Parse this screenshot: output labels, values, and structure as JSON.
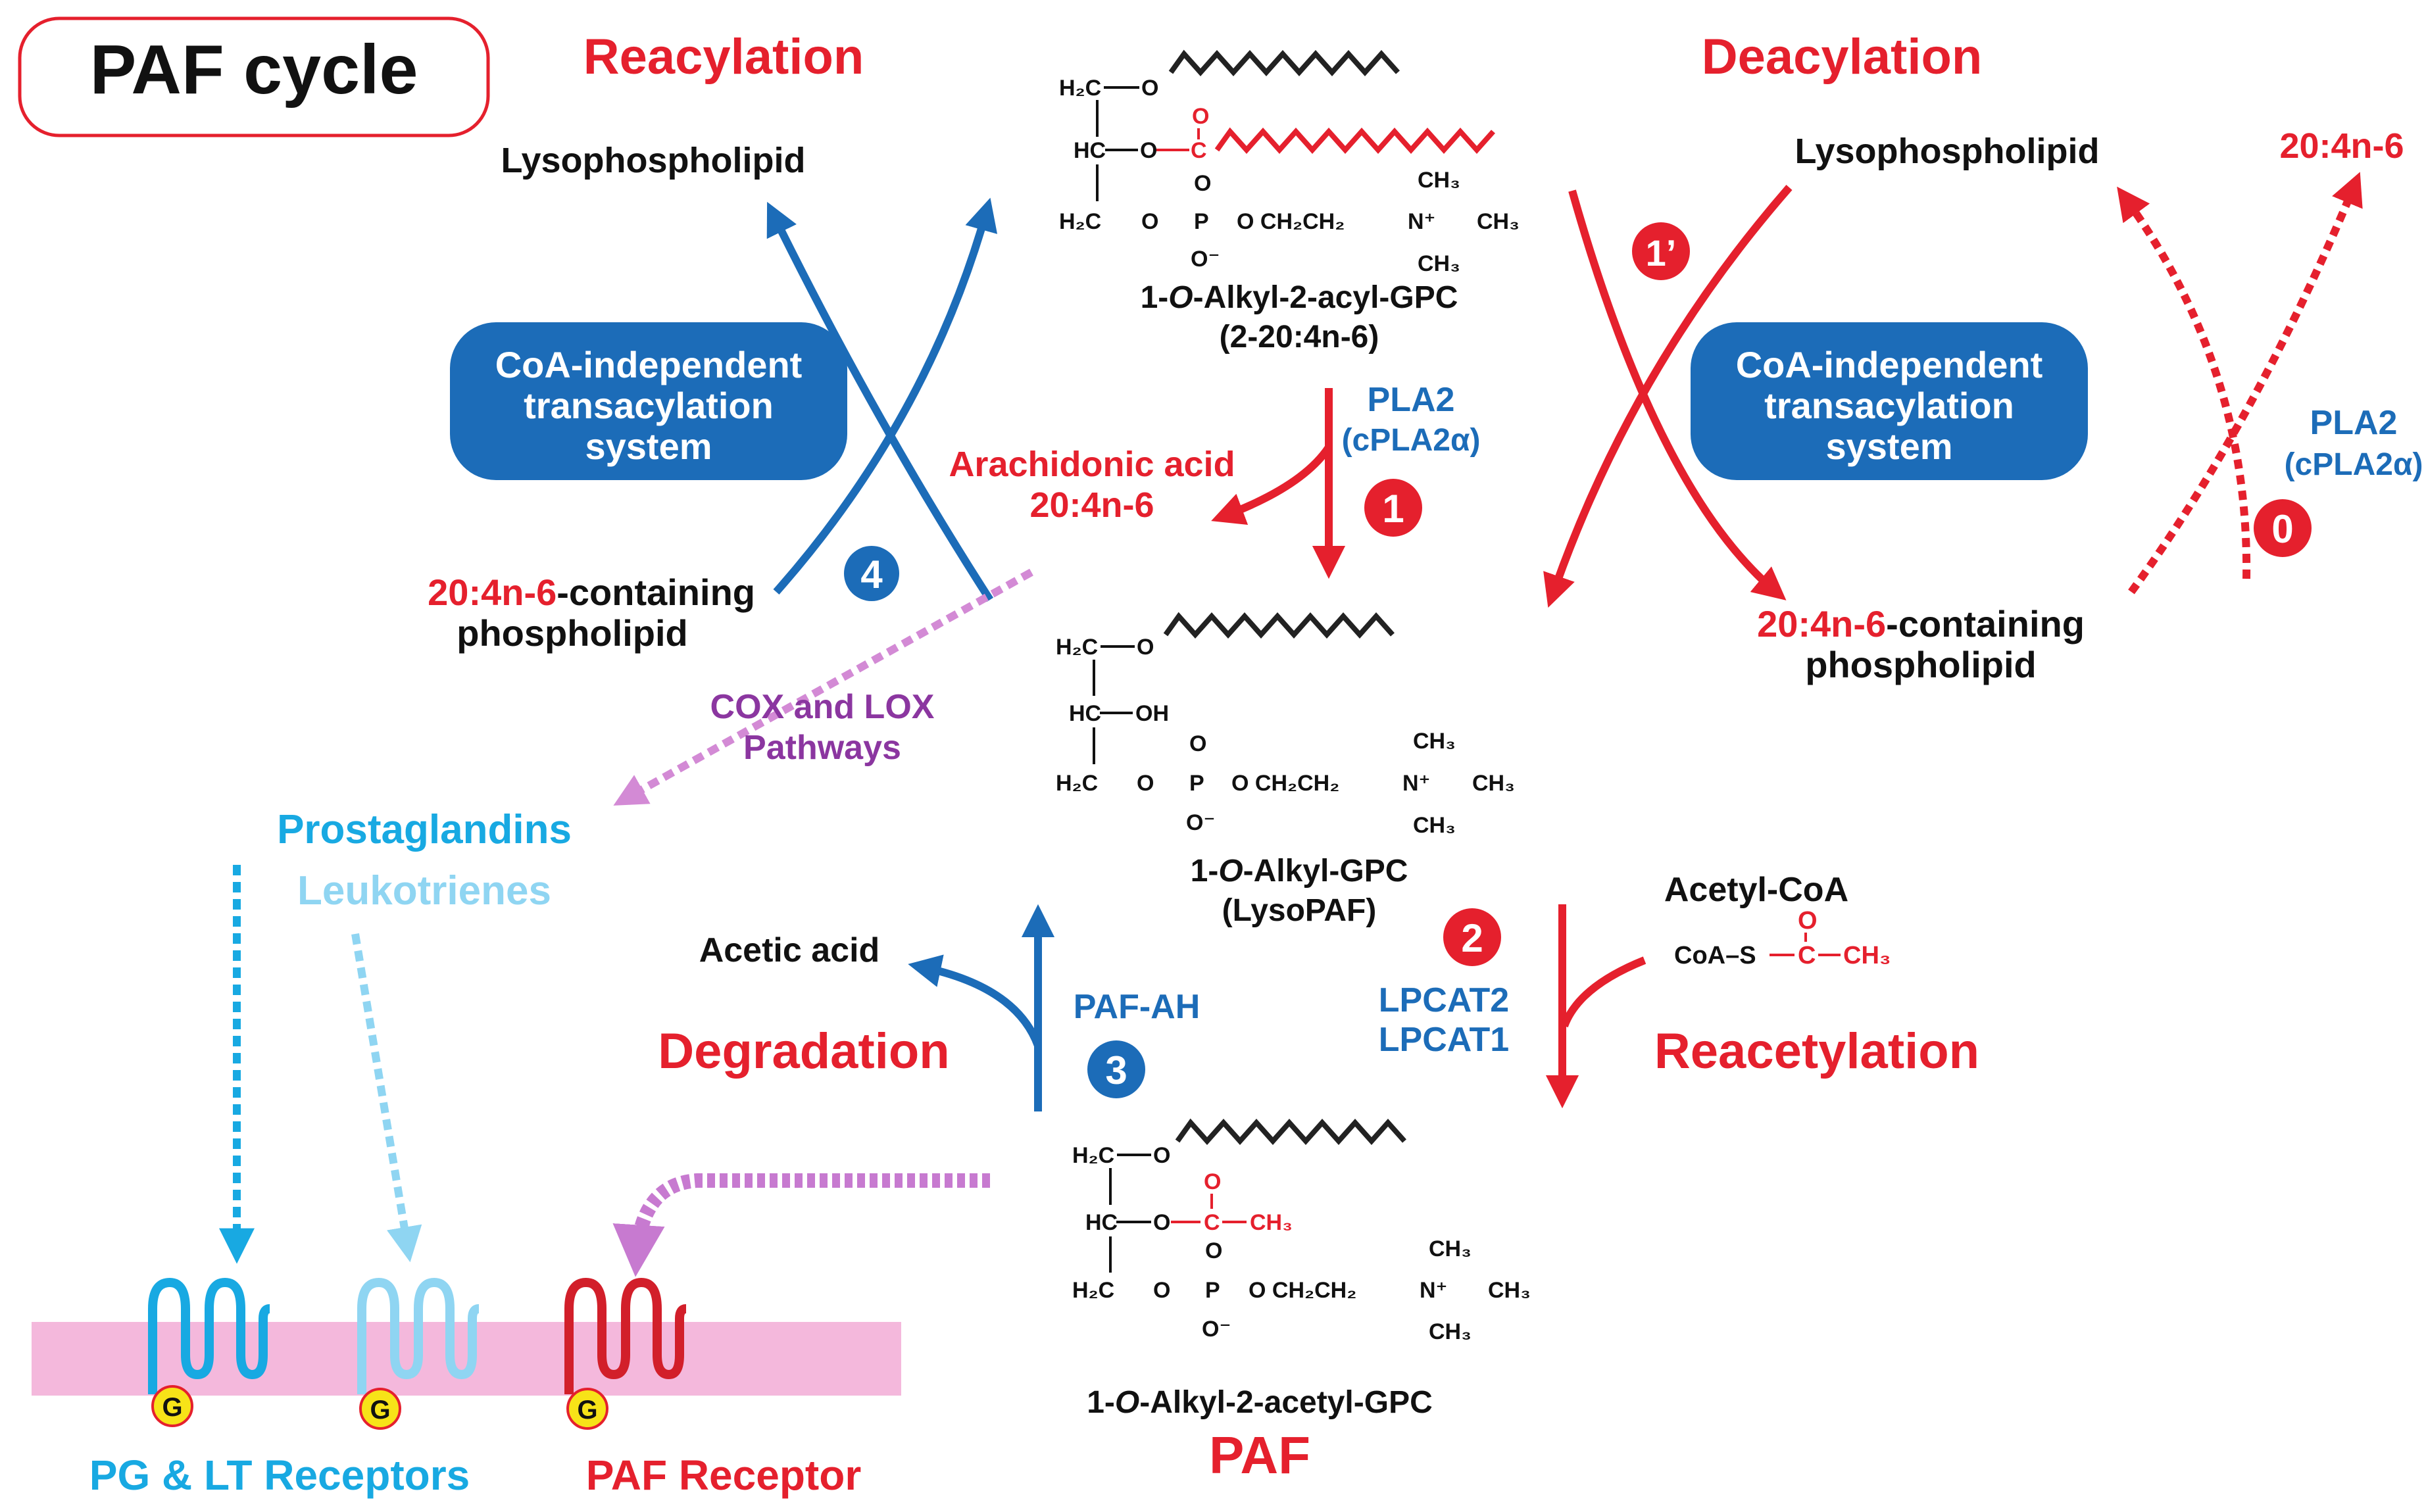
{
  "title": "PAF cycle",
  "sections": {
    "reacylation": "Reacylation",
    "deacylation": "Deacylation",
    "degradation": "Degradation",
    "reacetylation": "Reacetylation"
  },
  "left_top": {
    "lysophospholipid": "Lysophospholipid",
    "coa_box": [
      "CoA-independent",
      "transacylation",
      "system"
    ],
    "aa_prefix": "20:4n-6",
    "aa_suffix": "-containing",
    "phospholipid": "phospholipid",
    "step_num": "4"
  },
  "right_top": {
    "lysophospholipid": "Lysophospholipid",
    "fa": "20:4n-6",
    "coa_box": [
      "CoA-independent",
      "transacylation",
      "system"
    ],
    "aa_prefix": "20:4n-6",
    "aa_suffix": "-containing",
    "phospholipid": "phospholipid",
    "step_num": "1’",
    "pla2": "PLA2",
    "cpla2": "(cPLA2α)",
    "step0": "0"
  },
  "center": {
    "mol1_name_pre": "1-",
    "mol1_name_o": "O",
    "mol1_name_post": "-Alkyl-2-acyl-GPC",
    "mol1_sub": "(2-20:4n-6)",
    "pla2": "PLA2",
    "cpla2": "(cPLA2α)",
    "aa_name": "Arachidonic acid",
    "aa_code": "20:4n-6",
    "step1": "1",
    "mol2_name_pre": "1-",
    "mol2_name_o": "O",
    "mol2_name_post": "-Alkyl-GPC",
    "mol2_sub": "(LysoPAF)",
    "mol3_name_pre": "1-",
    "mol3_name_o": "O",
    "mol3_name_post": "-Alkyl-2-acetyl-GPC",
    "paf": "PAF"
  },
  "structure_labels": {
    "h2c": "H₂C",
    "hc": "HC",
    "o": "O",
    "oh": "OH",
    "c": "C",
    "p": "P",
    "o_minus": "O⁻",
    "chain": "O  CH₂CH₂",
    "n_plus": "N⁺",
    "ch3": "CH₃"
  },
  "reacetylation": {
    "acetyl_coa": "Acetyl-CoA",
    "coa_s": "CoA–S",
    "c": "C",
    "o": "O",
    "ch3": "CH₃",
    "step2": "2",
    "lpcat2": "LPCAT2",
    "lpcat1": "LPCAT1"
  },
  "degradation": {
    "acetic_acid": "Acetic acid",
    "paf_ah": "PAF-AH",
    "step3": "3"
  },
  "eicosanoids": {
    "cox_lox_1": "COX and LOX",
    "cox_lox_2": "Pathways",
    "prostaglandins": "Prostaglandins",
    "leukotrienes": "Leukotrienes"
  },
  "membrane": {
    "g": "G",
    "pg_lt_receptors": "PG & LT Receptors",
    "paf_receptor": "PAF Receptor"
  },
  "colors": {
    "red": "#e5202d",
    "blue": "#1c6cb8",
    "cyan": "#18a9e2",
    "light_cyan": "#8fd5f2",
    "purple": "#8b36a0",
    "pink_dashed": "#d38ad5",
    "membrane": "#f4b8dc",
    "g_protein": "#f7e318",
    "receptor_red": "#d21f2a"
  }
}
